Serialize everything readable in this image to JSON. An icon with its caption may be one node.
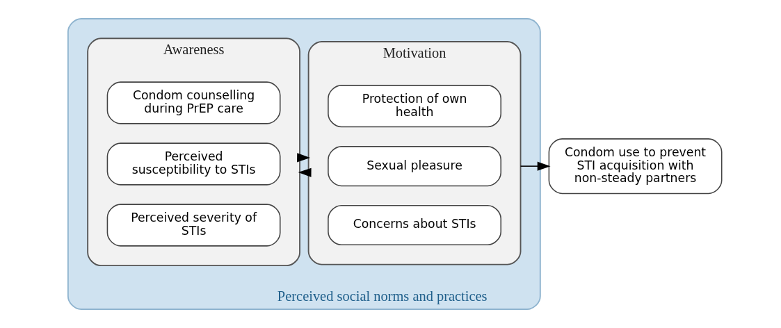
{
  "diagram": {
    "nodes": [
      {
        "text": [
          "Perceived social norms and practices"
        ]
      },
      {
        "text": [
          "Awareness"
        ],
        "in": 0
      },
      {
        "text": [
          "Perceived severity of STIs"
        ],
        "in": 1
      },
      {
        "text": [
          "Perceived susceptibility to STIs"
        ],
        "in": 1
      },
      {
        "text": [
          "Condom counselling during PrEP care"
        ],
        "in": 1
      },
      {
        "text": [
          "Motivation"
        ],
        "in": 0
      },
      {
        "text": [
          "Concerns about STIs"
        ],
        "in": 5
      },
      {
        "text": [
          "Sexual pleasure"
        ],
        "in": 5
      },
      {
        "text": [
          "Protection of own health"
        ],
        "in": 5
      },
      {
        "text": [
          "Condom use to prevent STI acquisition with non-steady partners"
        ]
      }
    ],
    "edges": [
      {
        "from": 1,
        "to": 5,
        "arrow": "to"
      },
      {
        "from": 5,
        "to": 1,
        "arrow": "to"
      },
      {
        "from": 5,
        "to": 9,
        "arrow": "to"
      }
    ]
  }
}
